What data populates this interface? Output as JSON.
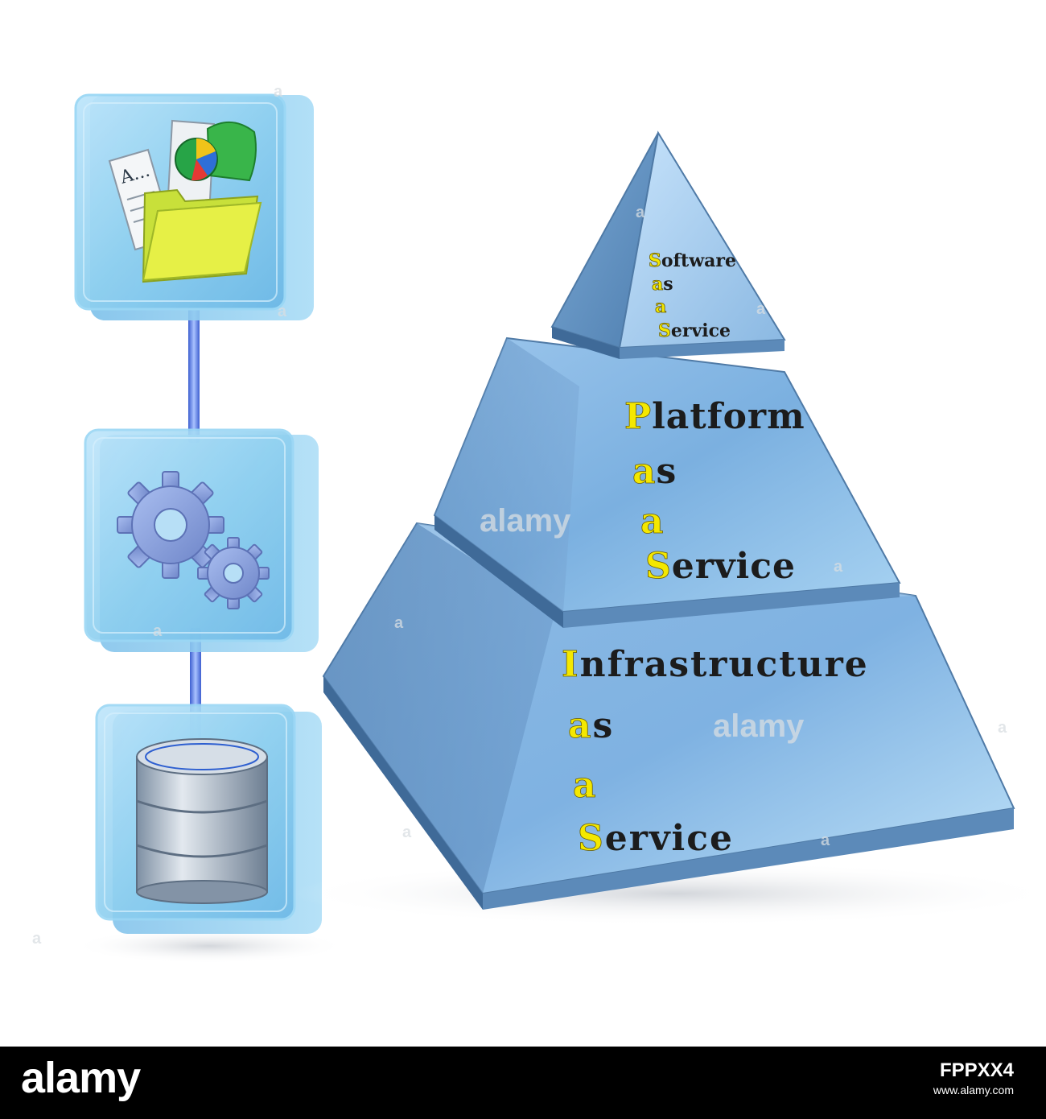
{
  "pyramid": {
    "tiers": [
      {
        "lines": [
          {
            "initial": "S",
            "rest": "oftware"
          },
          {
            "initial": "a",
            "rest": "s"
          },
          {
            "initial": "a",
            "rest": ""
          },
          {
            "initial": "S",
            "rest": "ervice"
          }
        ]
      },
      {
        "lines": [
          {
            "initial": "P",
            "rest": "latform"
          },
          {
            "initial": "a",
            "rest": "s"
          },
          {
            "initial": "a",
            "rest": ""
          },
          {
            "initial": "S",
            "rest": "ervice"
          }
        ]
      },
      {
        "lines": [
          {
            "initial": "I",
            "rest": "nfrastructure"
          },
          {
            "initial": "a",
            "rest": "s"
          },
          {
            "initial": "a",
            "rest": ""
          },
          {
            "initial": "S",
            "rest": "ervice"
          }
        ]
      }
    ]
  },
  "stack": {
    "top_cube": {
      "icon": "documents-folder-icon",
      "document_text": "A..."
    },
    "middle_cube": {
      "icon": "gears-icon"
    },
    "bottom_cube": {
      "icon": "database-icon"
    }
  },
  "watermark": {
    "text": "alamy",
    "small": "a"
  },
  "footer": {
    "logo": "alamy",
    "image_id": "FPPXX4",
    "site": "www.alamy.com"
  },
  "colors": {
    "glass": "#8fd0f0",
    "pyramid": "#6f9fcf",
    "initials": "#f4e800",
    "folder": "#e6f046"
  }
}
